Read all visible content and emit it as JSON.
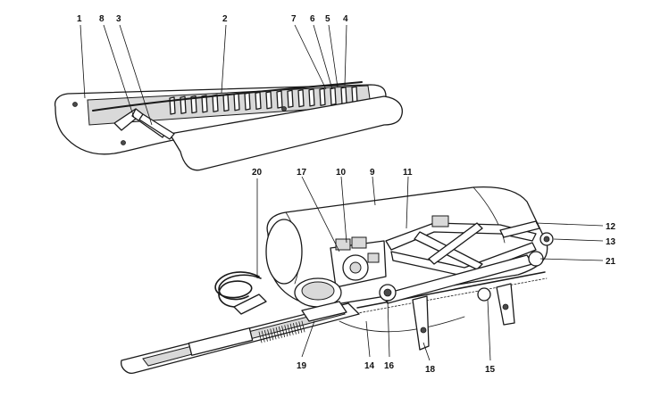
{
  "callouts": [
    {
      "id": "c1",
      "text": "1"
    },
    {
      "id": "c8",
      "text": "8"
    },
    {
      "id": "c3",
      "text": "3"
    },
    {
      "id": "c2",
      "text": "2"
    },
    {
      "id": "c7",
      "text": "7"
    },
    {
      "id": "c6",
      "text": "6"
    },
    {
      "id": "c5",
      "text": "5"
    },
    {
      "id": "c4",
      "text": "4"
    },
    {
      "id": "c20",
      "text": "20"
    },
    {
      "id": "c17",
      "text": "17"
    },
    {
      "id": "c10",
      "text": "10"
    },
    {
      "id": "c9",
      "text": "9"
    },
    {
      "id": "c11",
      "text": "11"
    },
    {
      "id": "c12",
      "text": "12"
    },
    {
      "id": "c13",
      "text": "13"
    },
    {
      "id": "c21",
      "text": "21"
    },
    {
      "id": "c19",
      "text": "19"
    },
    {
      "id": "c14",
      "text": "14"
    },
    {
      "id": "c16",
      "text": "16"
    },
    {
      "id": "c18",
      "text": "18"
    },
    {
      "id": "c15",
      "text": "15"
    }
  ]
}
